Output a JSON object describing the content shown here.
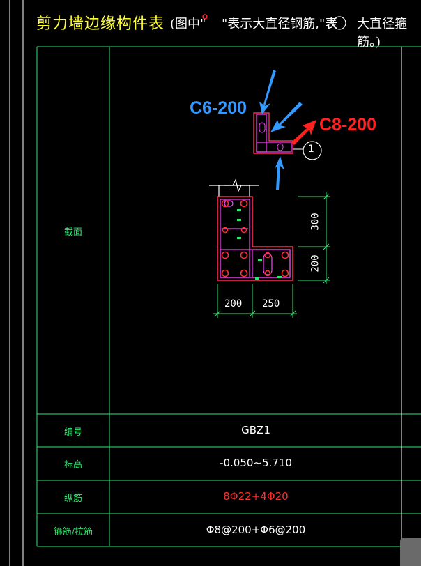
{
  "title": "剪力墙边缘构件表",
  "notes": {
    "part1": "(图中\"",
    "part2": "\"表示大直径钢筋,\"",
    "part3": "\"表",
    "part4": "大直径箍筋。)"
  },
  "table": {
    "section_label": "截面",
    "rows": [
      {
        "label": "编号",
        "value": "GBZ1"
      },
      {
        "label": "标高",
        "value": "-0.050~5.710"
      },
      {
        "label": "纵筋",
        "value": "8Φ22+4Φ20"
      },
      {
        "label": "箍筋/拉筋",
        "value": "Φ8@200+Φ6@200"
      }
    ]
  },
  "callouts": {
    "blue": "C6-200",
    "red": "C8-200",
    "marker": "1"
  },
  "dimensions": {
    "bottom_left": "200",
    "bottom_right": "250",
    "right_top": "300",
    "right_bottom": "200"
  },
  "colors": {
    "title": "#ffff33",
    "table_line": "#2ee870",
    "section_outline": "#ff2a5a",
    "stirrup": "#ff44ff",
    "callout_blue": "#3399ff",
    "callout_red": "#ff2020",
    "longitudinal_bars": "#ff3030"
  }
}
